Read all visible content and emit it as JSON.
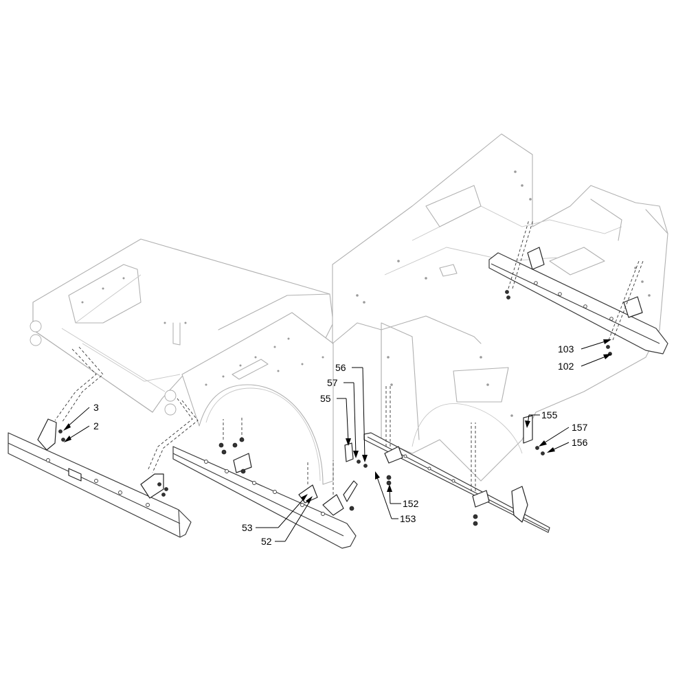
{
  "callouts": [
    {
      "id": "c3",
      "label": "3"
    },
    {
      "id": "c2",
      "label": "2"
    },
    {
      "id": "c56",
      "label": "56"
    },
    {
      "id": "c57",
      "label": "57"
    },
    {
      "id": "c55",
      "label": "55"
    },
    {
      "id": "c53",
      "label": "53"
    },
    {
      "id": "c52",
      "label": "52"
    },
    {
      "id": "c152",
      "label": "152"
    },
    {
      "id": "c153",
      "label": "153"
    },
    {
      "id": "c103",
      "label": "103"
    },
    {
      "id": "c102",
      "label": "102"
    },
    {
      "id": "c155",
      "label": "155"
    },
    {
      "id": "c157",
      "label": "157"
    },
    {
      "id": "c156",
      "label": "156"
    }
  ],
  "colors": {
    "frame": "#b0b0b0",
    "parts": "#222222",
    "text": "#000000"
  }
}
